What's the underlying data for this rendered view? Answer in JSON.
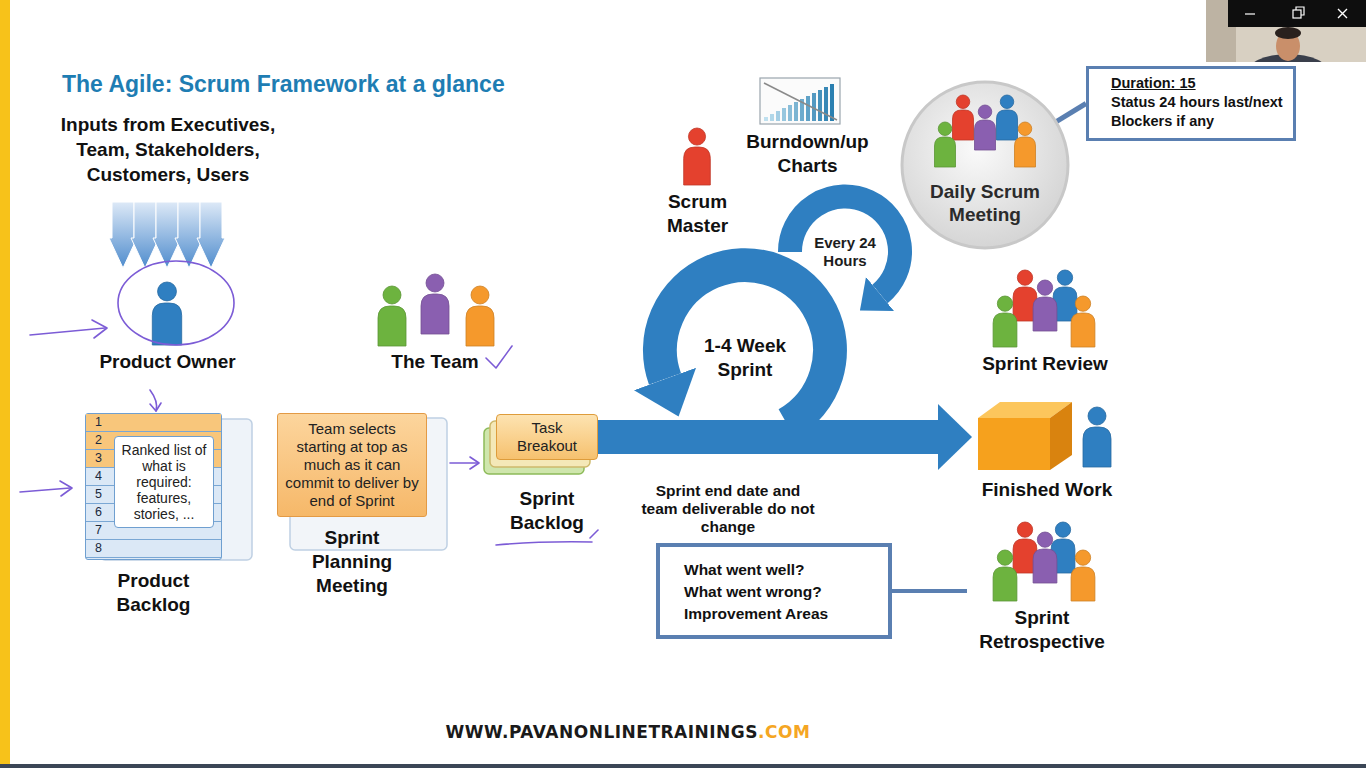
{
  "diagram": {
    "title": "The Agile: Scrum Framework at a glance",
    "nodes": [
      {
        "text": [
          "Product Owner"
        ]
      },
      {
        "text": [
          "The Team"
        ]
      },
      {
        "text": [
          "Scrum Master"
        ]
      },
      {
        "text": [
          "Burndown/up Charts"
        ]
      },
      {
        "text": [
          "Daily Scrum Meeting"
        ]
      },
      {
        "text": [
          "Duration: 15",
          "Status 24 hours last/next",
          "Blockers if any"
        ]
      },
      {
        "text": [
          "Product Backlog"
        ]
      },
      {
        "text": [
          "1"
        ],
        "in": 6
      },
      {
        "text": [
          "2"
        ],
        "in": 6
      },
      {
        "text": [
          "3"
        ],
        "in": 6
      },
      {
        "text": [
          "4"
        ],
        "in": 6
      },
      {
        "text": [
          "5"
        ],
        "in": 6
      },
      {
        "text": [
          "6"
        ],
        "in": 6
      },
      {
        "text": [
          "7"
        ],
        "in": 6
      },
      {
        "text": [
          "8"
        ],
        "in": 6
      },
      {
        "text": [
          "Ranked list of what is required: features, stories, ..."
        ],
        "in": 6
      },
      {
        "text": [
          "Team selects starting at top as much as it can commit to deliver by end of Sprint",
          "Sprint Planning Meeting"
        ]
      },
      {
        "text": [
          "Task Breakout",
          "Sprint Backlog"
        ]
      },
      {
        "text": [
          "Sprint Review"
        ]
      },
      {
        "text": [
          "Finished Work"
        ]
      },
      {
        "text": [
          "What went well?",
          "What went wrong?",
          "Improvement Areas"
        ]
      },
      {
        "text": [
          "Sprint Retrospective"
        ]
      }
    ],
    "edges": [
      {
        "from": 5,
        "to": 4,
        "arrow": "none"
      },
      {
        "from": 17,
        "to": 19,
        "arrow": "to"
      },
      {
        "from": 20,
        "to": 21,
        "arrow": "none"
      }
    ],
    "labels": [
      "Inputs from Executives, Team, Stakeholders, Customers, Users",
      "Every 24 Hours",
      "1-4 Week Sprint",
      "Sprint end date and team deliverable do not change",
      "WWW.PAVANONLINETRAININGS",
      ".COM"
    ]
  }
}
